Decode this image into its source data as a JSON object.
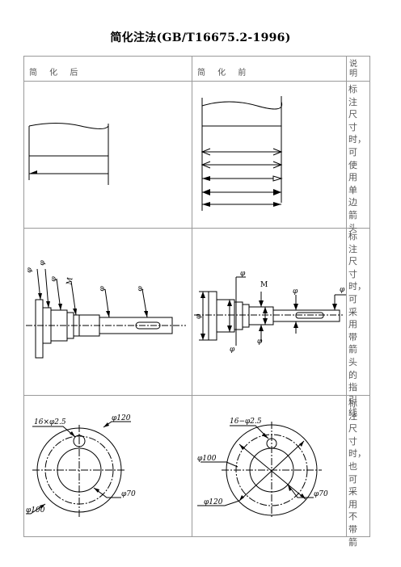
{
  "title": "简化注法(GB/T16675.2-1996)",
  "table": {
    "headers": [
      "简 化 后",
      "简 化 前",
      "说明"
    ],
    "rows": [
      {
        "note": "标注尺寸时，可使用单边箭头"
      },
      {
        "note": "标注尺寸时，可采用带箭头的指引线",
        "after_labels": [
          "φ",
          "φ",
          "φ",
          "M",
          "φ",
          "φ"
        ],
        "before_labels": [
          "φ",
          "M",
          "φ",
          "φ",
          "φ",
          "φ",
          "φ"
        ]
      },
      {
        "note": "标注尺寸时，也可采用不带箭",
        "after_labels": [
          "16×φ2.5",
          "φ120",
          "φ70",
          "φ100"
        ],
        "before_labels": [
          "16−φ2.5",
          "φ100",
          "φ120",
          "φ70"
        ]
      }
    ]
  }
}
